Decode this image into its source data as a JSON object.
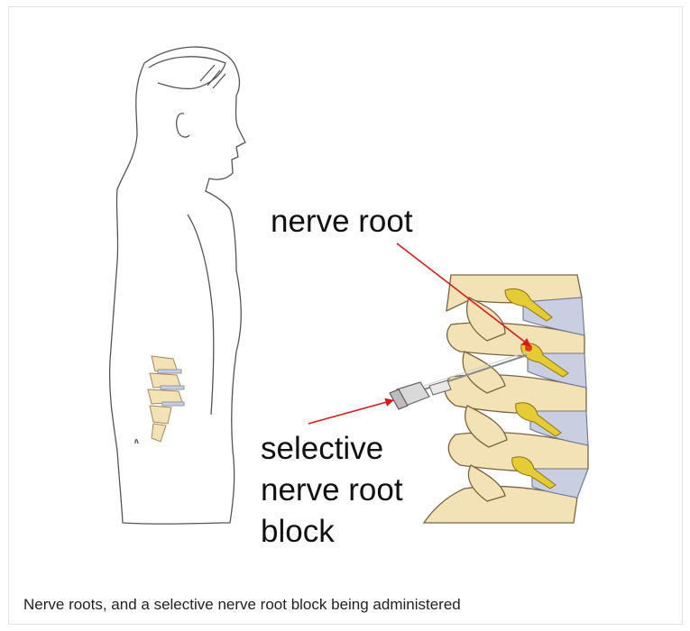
{
  "labels": {
    "nerve_root": "nerve root",
    "block_line_1": "selective",
    "block_line_2": "nerve root",
    "block_line_3": "block"
  },
  "caption": "Nerve roots, and a selective nerve root block being administered",
  "colors": {
    "arrow": "#d81a1a",
    "bone": "#f3e2b6",
    "disc": "#c9cfe0",
    "nerve": "#e5cc36",
    "outline": "#555555"
  },
  "icons": {
    "body": "human-torso-profile",
    "spine": "lumbar-spine",
    "needle": "syringe"
  }
}
